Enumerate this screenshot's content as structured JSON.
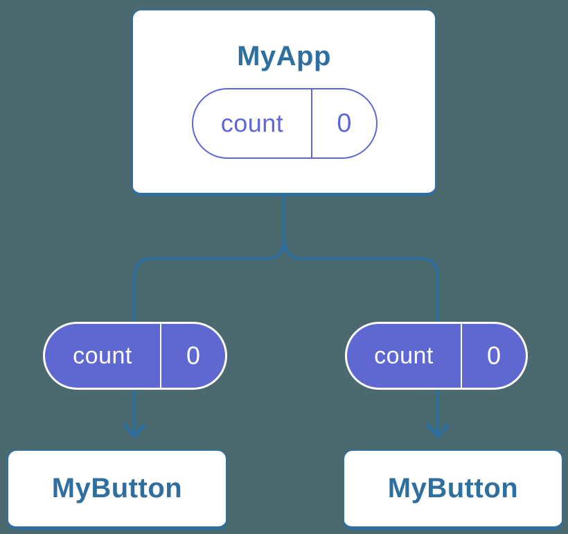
{
  "diagram": {
    "description": "React component tree showing state passed down as props",
    "colors": {
      "background": "#4b6a70",
      "line_blue": "#2e6f9f",
      "card_background": "#ffffff",
      "card_text_blue": "#2e6f9f",
      "pill_fill_purple": "#5f68d1",
      "pill_outline_purple": "#5c66d4",
      "pill_text_purple": "#5f67d6",
      "pill_text_white": "#ffffff"
    },
    "root_card": {
      "title": "MyApp",
      "state_pill": {
        "name": "count",
        "value": "0"
      }
    },
    "left_branch": {
      "prop_pill": {
        "name": "count",
        "value": "0"
      },
      "card": {
        "title": "MyButton"
      }
    },
    "right_branch": {
      "prop_pill": {
        "name": "count",
        "value": "0"
      },
      "card": {
        "title": "MyButton"
      }
    }
  }
}
